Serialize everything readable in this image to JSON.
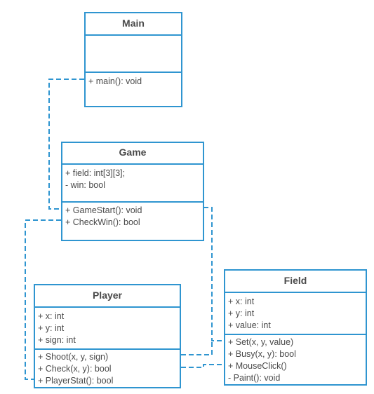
{
  "diagram": {
    "classes": {
      "main": {
        "name": "Main",
        "attributes": [],
        "methods": [
          "+ main(): void"
        ]
      },
      "game": {
        "name": "Game",
        "attributes": [
          "+ field: int[3][3];",
          "- win: bool"
        ],
        "methods": [
          "+ GameStart(): void",
          "+ CheckWin(): bool"
        ]
      },
      "player": {
        "name": "Player",
        "attributes": [
          "+ x: int",
          "+ y: int",
          "+ sign: int"
        ],
        "methods": [
          "+ Shoot(x, y, sign)",
          "+ Check(x, y): bool",
          "+ PlayerStat(): bool"
        ]
      },
      "field": {
        "name": "Field",
        "attributes": [
          "+ x: int",
          "+ y: int",
          "+ value: int"
        ],
        "methods": [
          "+ Set(x, y, value)",
          "+ Busy(x, y): bool",
          "+ MouseClick()",
          "- Paint(): void"
        ]
      }
    },
    "style": {
      "line_color": "#2f95d0",
      "text_color": "#4a4a4a",
      "background": "#ffffff",
      "connector": "dashed"
    }
  }
}
